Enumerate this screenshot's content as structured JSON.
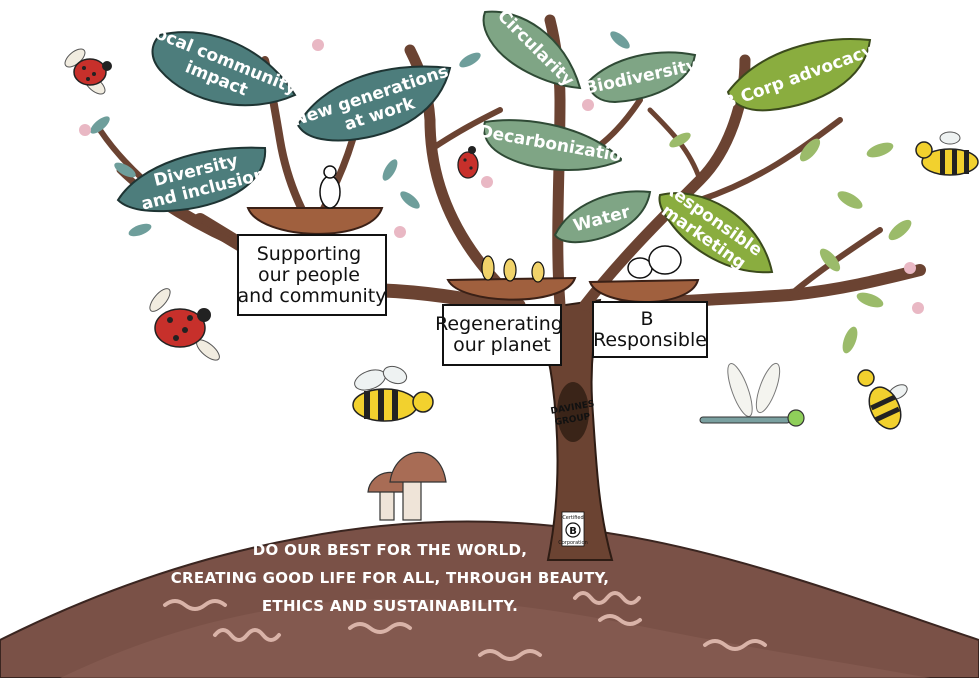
{
  "leaves": {
    "local_community": [
      "Local community",
      "impact"
    ],
    "new_generations": [
      "New generations",
      "at work"
    ],
    "diversity": [
      "Diversity",
      "and inclusion"
    ],
    "circularity": [
      "Circularity"
    ],
    "biodiversity": [
      "Biodiversity"
    ],
    "decarbonization": [
      "Decarbonization"
    ],
    "water": [
      "Water"
    ],
    "b_corp_advocacy": [
      "B Corp advocacy"
    ],
    "responsible_marketing": [
      "Responsible",
      "marketing"
    ]
  },
  "boxes": {
    "supporting": [
      "Supporting",
      "our people",
      "and community"
    ],
    "regenerating": [
      "Regenerating",
      "our planet"
    ],
    "responsible": [
      "B",
      "Responsible"
    ]
  },
  "trunk_label": [
    "DAVINES",
    "GROUP"
  ],
  "bcorp_badge": [
    "Certified",
    "B",
    "Corporation"
  ],
  "motto": [
    "DO OUR BEST FOR THE WORLD,",
    "CREATING GOOD LIFE FOR ALL, THROUGH BEAUTY,",
    "ETHICS AND SUSTAINABILITY."
  ],
  "colors": {
    "teal_leaf": "#4d7d7c",
    "sage_leaf": "#7fa585",
    "lime_leaf": "#8aad3f",
    "bark": "#6b4332",
    "soil": "#7a5147",
    "soil_light": "#8b6056"
  }
}
